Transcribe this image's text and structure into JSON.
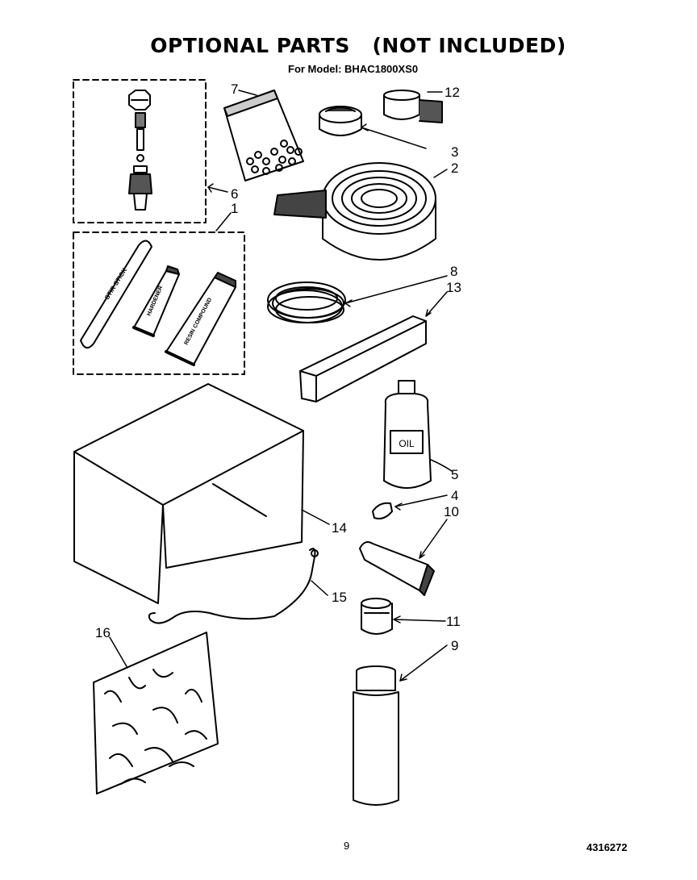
{
  "header": {
    "title": "OPTIONAL PARTS   (NOT INCLUDED)",
    "subtitle": "For Model: BHAC1800XS0"
  },
  "callouts": {
    "c1": "1",
    "c2": "2",
    "c3": "3",
    "c4": "4",
    "c5": "5",
    "c6": "6",
    "c7": "7",
    "c8": "8",
    "c9": "9",
    "c10": "10",
    "c11": "11",
    "c12": "12",
    "c13": "13",
    "c14": "14",
    "c15": "15",
    "c16": "16"
  },
  "part_labels": {
    "stir_stick": "STIR STICK",
    "tube_small": "HARDENER",
    "tube_large": "RESIN COMPOUND",
    "bottle": "OIL"
  },
  "footer": {
    "page_number": "9",
    "document_number": "4316272"
  }
}
